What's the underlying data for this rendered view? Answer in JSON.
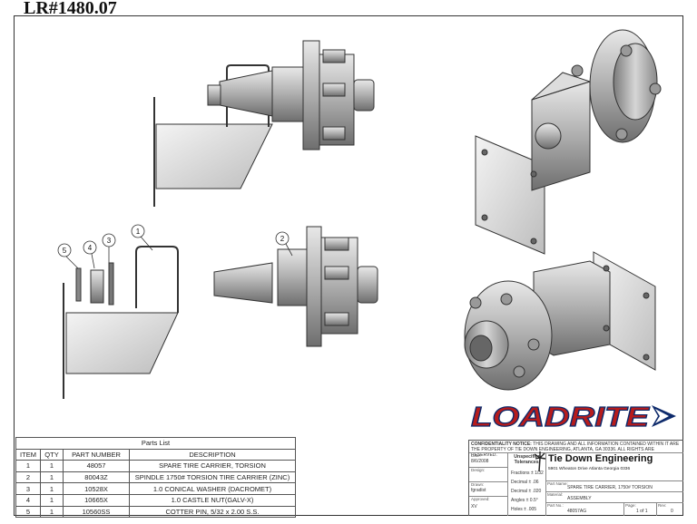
{
  "page_code": "LR#1480.07",
  "balloons": [
    "1",
    "2",
    "3",
    "4",
    "5"
  ],
  "logo_text": "LOADRITE",
  "parts_list": {
    "caption": "Parts List",
    "headers": [
      "ITEM",
      "QTY",
      "PART NUMBER",
      "DESCRIPTION"
    ],
    "rows": [
      [
        "1",
        "1",
        "48057",
        "SPARE TIRE CARRIER, TORSION"
      ],
      [
        "2",
        "1",
        "80043Z",
        "SPINDLE 1750# TORSION TIRE CARRIER (ZINC)"
      ],
      [
        "3",
        "1",
        "10528X",
        "1.0 CONICAL WASHER (DACROMET)"
      ],
      [
        "4",
        "1",
        "10665X",
        "1.0 CASTLE NUT(GALV-X)"
      ],
      [
        "5",
        "1",
        "10560SS",
        "COTTER PIN, 5/32 x 2.00 S.S."
      ]
    ]
  },
  "title_block": {
    "confidentiality_label": "CONFIDENTIALITY NOTICE:",
    "confidentiality_text": "THIS DRAWING AND ALL INFORMATION CONTAINED WITHIN IT ARE THE PROPERTY OF TIE DOWN ENGINEERING, ATLANTA, GA 30336. ALL RIGHTS ARE RESERVED.",
    "date_label": "Date:",
    "date_value": "8/6/2008",
    "design_label": "Design:",
    "drawn_label": "Drawn:",
    "drawn_value": "fgradist",
    "approved_label": "Approved:",
    "approved_value": "XV",
    "unspecified": "Unspecified Tolerances:",
    "fractions": "Fractions ± 1/32",
    "decimal1": "Decimal ± .06",
    "decimal2": "Decimal ± .020",
    "angles": "Angles ± 0.5°",
    "holes": "Holes ± .005",
    "company": "Tie Down Engineering",
    "address": "5901 Wheaton Drive Atlanta Georgia 0336",
    "part_name_label": "Part Name:",
    "part_name_value": "SPARE TIRE CARRIER, 1750# TORSION",
    "material_label": "Material:",
    "material_value": "ASSEMBLY",
    "partno_label": "Part No.:",
    "partno_value": "48057AG",
    "page_label": "Page:",
    "page_value": "1 of 1",
    "rev_label": "Rev:",
    "rev_value": "0"
  }
}
